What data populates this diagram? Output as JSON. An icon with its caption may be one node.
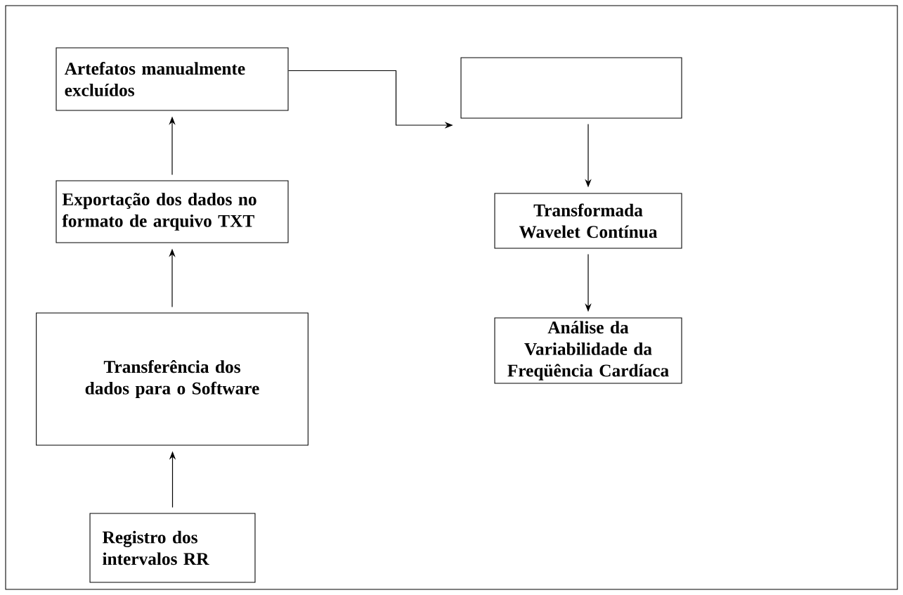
{
  "diagram": {
    "nodes": [
      {
        "text": [
          "Artefatos manualmente excluídos"
        ]
      },
      {
        "text": [
          "Exportação dos dados no formato de arquivo TXT"
        ]
      },
      {
        "text": [
          "Transferência dos dados para o Software"
        ]
      },
      {
        "text": [
          "Registro dos intervalos RR"
        ]
      },
      {
        "text": [],
        "shape": "box"
      },
      {
        "text": [
          "Transformada Wavelet Contínua"
        ]
      },
      {
        "text": [
          "Análise da Variabilidade da Freqüência Cardíaca"
        ]
      }
    ],
    "edges": [
      {
        "from": 3,
        "to": 2,
        "arrow": "to"
      },
      {
        "from": 2,
        "to": 1,
        "arrow": "to"
      },
      {
        "from": 1,
        "to": 0,
        "arrow": "to"
      },
      {
        "from": 0,
        "to": 4,
        "arrow": "to"
      },
      {
        "from": 4,
        "to": 5,
        "arrow": "to"
      },
      {
        "from": 5,
        "to": 6,
        "arrow": "to"
      }
    ]
  }
}
